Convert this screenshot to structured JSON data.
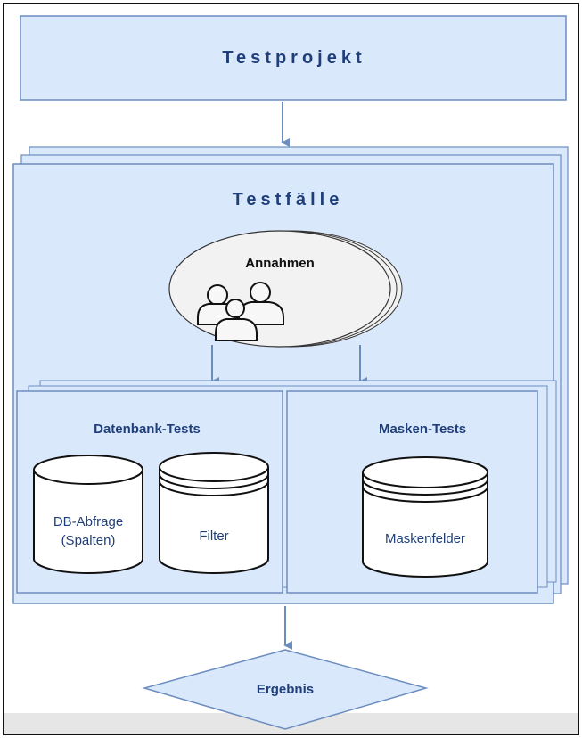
{
  "diagram": {
    "project_label": "Testprojekt",
    "testcases_label": "Testfälle",
    "assumptions_label": "Annahmen",
    "db_tests_label": "Datenbank-Tests",
    "mask_tests_label": "Masken-Tests",
    "db_query_label_line1": "DB-Abfrage",
    "db_query_label_line2": "(Spalten)",
    "filter_label": "Filter",
    "mask_fields_label": "Maskenfelder",
    "result_label": "Ergebnis",
    "icons": {
      "users": "users-icon",
      "arrows": "arrow-down-icon"
    },
    "colors": {
      "box_fill": "#dae8fc",
      "box_stroke": "#6c8ebf",
      "title_text": "#1f3f7a",
      "ellipse_fill": "#f2f2f2",
      "dark_text": "#111111",
      "grey_bar": "#e6e6e6"
    }
  }
}
